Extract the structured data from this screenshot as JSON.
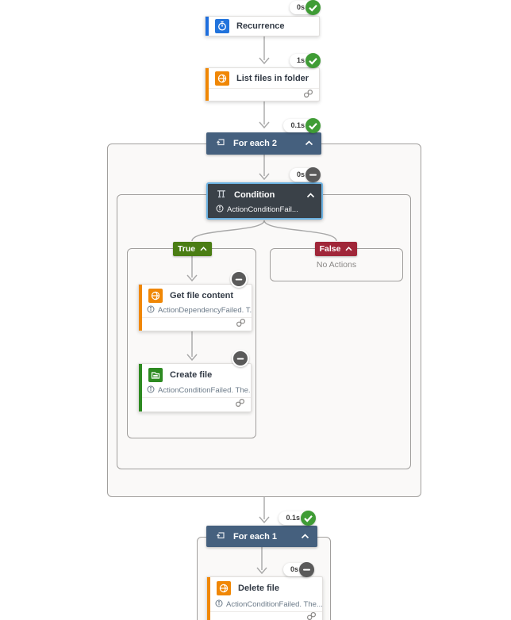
{
  "nodes": {
    "recurrence": {
      "title": "Recurrence",
      "duration": "0s",
      "status": "success"
    },
    "list_files_in_folder": {
      "title": "List files in folder",
      "duration": "1s",
      "status": "success"
    },
    "for_each_2": {
      "title": "For each 2",
      "duration": "0.1s",
      "status": "success"
    },
    "condition": {
      "title": "Condition",
      "message": "ActionConditionFail...",
      "duration": "0s",
      "status": "skipped"
    },
    "true_branch": {
      "label": "True"
    },
    "false_branch": {
      "label": "False",
      "placeholder": "No Actions"
    },
    "get_file_content": {
      "title": "Get file content",
      "message": "ActionDependencyFailed. T...",
      "status": "skipped"
    },
    "create_file": {
      "title": "Create file",
      "message": "ActionConditionFailed. The...",
      "status": "skipped"
    },
    "for_each_1": {
      "title": "For each 1",
      "duration": "0.1s",
      "status": "success"
    },
    "delete_file": {
      "title": "Delete file",
      "message": "ActionConditionFailed. The...",
      "duration": "0s",
      "status": "skipped"
    }
  },
  "colors": {
    "accent_blue": "#1f6fde",
    "accent_orange": "#f08705",
    "accent_green": "#2d8a21",
    "scope_header_blue": "#45607e",
    "condition_bg": "#3a4148",
    "condition_selected_border": "#6cb2e2",
    "true_green": "#4a7d13",
    "false_red": "#a02639",
    "status_success_green": "#3f9c35",
    "status_skipped_gray": "#5a5a5a",
    "connector_gray": "#a8a8a8"
  }
}
